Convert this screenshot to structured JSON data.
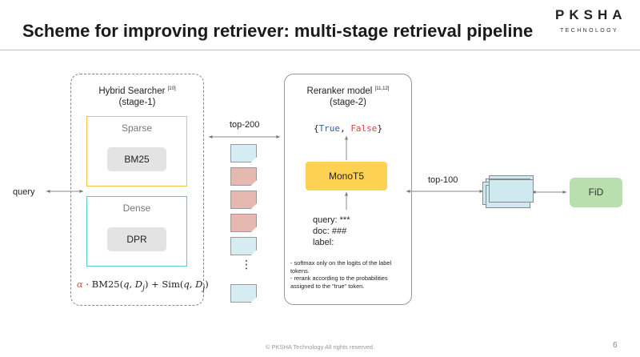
{
  "header": {
    "title": "Scheme for improving retriever: multi-stage retrieval pipeline",
    "logo_main": "PKSHA",
    "logo_sub": "TECHNOLOGY"
  },
  "input": {
    "label": "query"
  },
  "stage1": {
    "title": "Hybrid Searcher",
    "citation": "[10]",
    "stage": "(stage-1)",
    "sparse_label": "Sparse",
    "sparse_model": "BM25",
    "dense_label": "Dense",
    "dense_model": "DPR",
    "formula": {
      "alpha": "α",
      "rest_a": " · BM25(",
      "q": "q",
      "comma1": ", ",
      "d1": "D",
      "j1": "j",
      "rest_b": ") + Sim(",
      "q2": "q",
      "comma2": ", ",
      "d2": "D",
      "j2": "j",
      "close": ")"
    }
  },
  "candidates": {
    "label": "top-200",
    "docs": [
      "blue",
      "red",
      "red",
      "red",
      "blue"
    ],
    "ellipsis": "⋮",
    "last_doc": "blue"
  },
  "stage2": {
    "title": "Reranker model",
    "citation": "[11,12]",
    "stage": "(stage-2)",
    "output_open": "{",
    "output_true": "True",
    "output_sep": ", ",
    "output_false": "False",
    "output_close": "}",
    "model": "MonoT5",
    "input_lines": [
      "query: ***",
      "doc: ###",
      "label:"
    ],
    "notes": [
      "- softmax only on the logits of the label tokens.",
      "- rerank according to the probabilities assigned to the \"true\" token."
    ]
  },
  "output": {
    "label": "top-100",
    "reader": "FiD"
  },
  "footer": {
    "copyright": "© PKSHA Technology All rights reserved.",
    "page": "6"
  },
  "colors": {
    "sparse_border": "#f5c542",
    "dense_border": "#5bc8d8",
    "monot5_fill": "#fdd152",
    "fid_fill": "#b9dfae",
    "doc_blue": "#d6ecf3",
    "doc_red": "#e6b8b0",
    "true_text": "#2f5fb0",
    "false_text": "#d2473d",
    "alpha_text": "#e0503a"
  }
}
